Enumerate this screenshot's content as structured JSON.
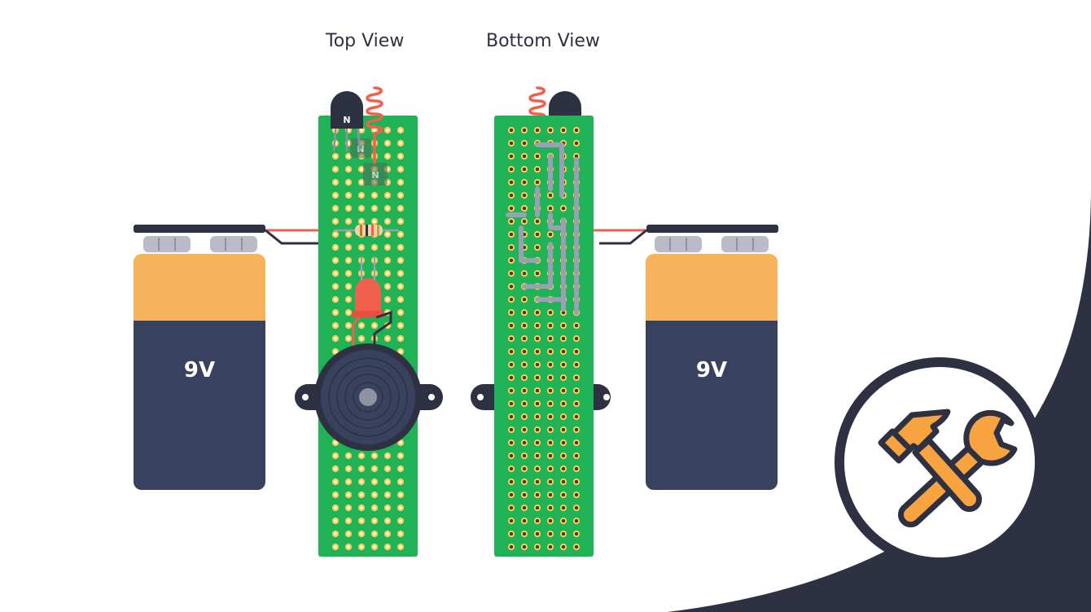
{
  "titles": {
    "top_view": "Top View",
    "bottom_view": "Bottom View"
  },
  "batteries": {
    "left": {
      "label": "9V"
    },
    "right": {
      "label": "9V"
    }
  },
  "components": {
    "transistor_label": "N"
  },
  "badge": {
    "icon": "hammer-wrench-icon"
  },
  "colors": {
    "board": "#1fb256",
    "hole_ring": "#f2c94c",
    "battery_top": "#f7b25c",
    "battery_body": "#38425e",
    "navy": "#2d3142",
    "red_wire": "#f0604d",
    "solder": "#9aa0b4",
    "tool": "#f7a440"
  }
}
